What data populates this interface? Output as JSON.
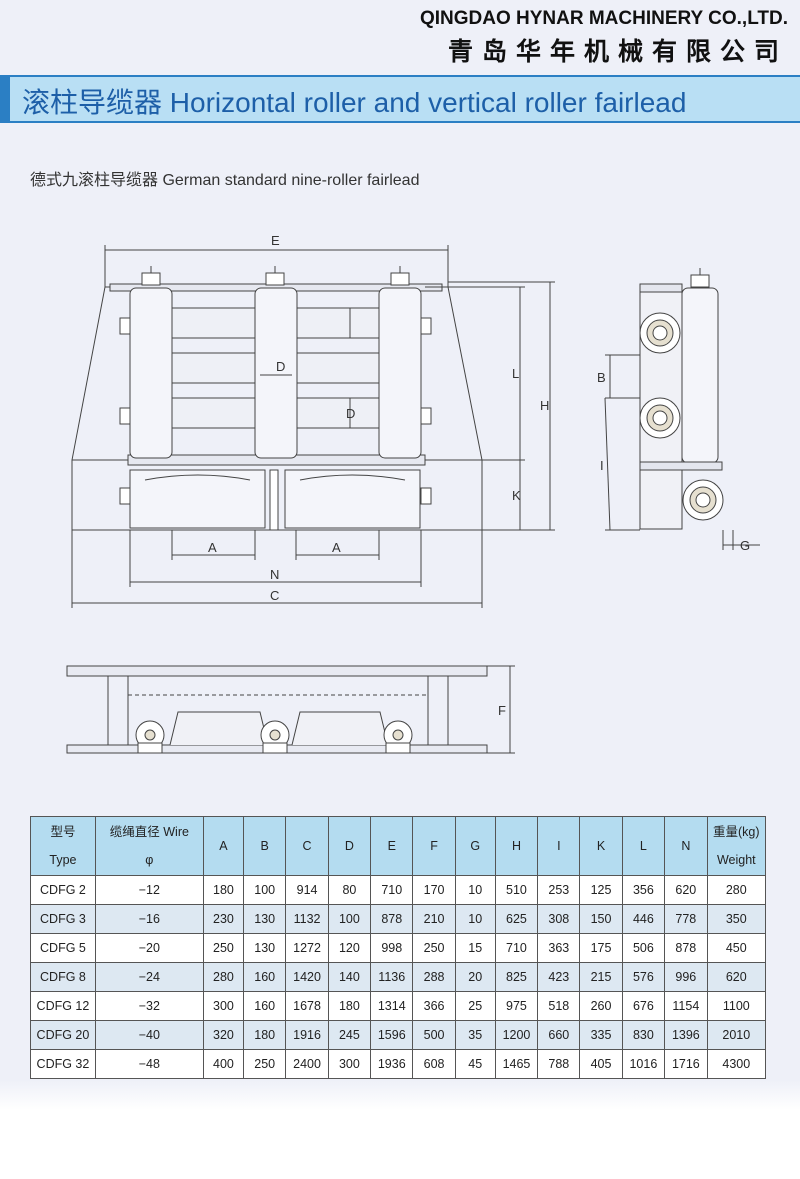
{
  "company": {
    "name_en": "QINGDAO HYNAR MACHINERY CO.,LTD.",
    "name_cn": "青岛华年机械有限公司"
  },
  "header": {
    "title": "滚柱导缆器 Horizontal roller and vertical roller fairlead"
  },
  "section": {
    "subtitle": "德式九滚柱导缆器  German standard nine-roller fairlead"
  },
  "drawing_labels": {
    "E": "E",
    "C": "C",
    "N": "N",
    "A": "A",
    "D": "D",
    "H": "H",
    "L": "L",
    "K": "K",
    "B": "B",
    "I": "I",
    "G": "G",
    "F": "F"
  },
  "table": {
    "headers": [
      {
        "line1": "型号",
        "line2": "Type"
      },
      {
        "line1": "缆绳直径 Wire",
        "line2": "φ"
      },
      {
        "line1": "A"
      },
      {
        "line1": "B"
      },
      {
        "line1": "C"
      },
      {
        "line1": "D"
      },
      {
        "line1": "E"
      },
      {
        "line1": "F"
      },
      {
        "line1": "G"
      },
      {
        "line1": "H"
      },
      {
        "line1": "I"
      },
      {
        "line1": "K"
      },
      {
        "line1": "L"
      },
      {
        "line1": "N"
      },
      {
        "line1": "重量(kg)",
        "line2": "Weight"
      }
    ],
    "rows": [
      [
        "CDFG 2",
        "−12",
        "180",
        "100",
        "914",
        "80",
        "710",
        "170",
        "10",
        "510",
        "253",
        "125",
        "356",
        "620",
        "280"
      ],
      [
        "CDFG  3",
        "−16",
        "230",
        "130",
        "1132",
        "100",
        "878",
        "210",
        "10",
        "625",
        "308",
        "150",
        "446",
        "778",
        "350"
      ],
      [
        "CDFG  5",
        "−20",
        "250",
        "130",
        "1272",
        "120",
        "998",
        "250",
        "15",
        "710",
        "363",
        "175",
        "506",
        "878",
        "450"
      ],
      [
        "CDFG  8",
        "−24",
        "280",
        "160",
        "1420",
        "140",
        "1136",
        "288",
        "20",
        "825",
        "423",
        "215",
        "576",
        "996",
        "620"
      ],
      [
        "CDFG  12",
        "−32",
        "300",
        "160",
        "1678",
        "180",
        "1314",
        "366",
        "25",
        "975",
        "518",
        "260",
        "676",
        "1154",
        "1100"
      ],
      [
        "CDFG  20",
        "−40",
        "320",
        "180",
        "1916",
        "245",
        "1596",
        "500",
        "35",
        "1200",
        "660",
        "335",
        "830",
        "1396",
        "2010"
      ],
      [
        "CDFG 32",
        "−48",
        "400",
        "250",
        "2400",
        "300",
        "1936",
        "608",
        "45",
        "1465",
        "788",
        "405",
        "1016",
        "1716",
        "4300"
      ]
    ]
  }
}
